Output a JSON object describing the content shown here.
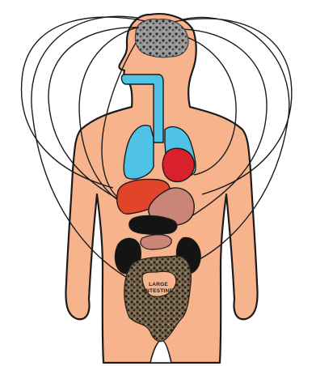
{
  "labels": {
    "large_intestine_line1": "LARGE",
    "large_intestine_line2": "INTESTINE"
  },
  "colors": {
    "skin": "#f7b48c",
    "outline": "#1b1b1b",
    "trachea_lungs": "#4ec3e6",
    "heart": "#d8212c",
    "liver": "#e2442a",
    "stomach": "#c98576",
    "kidneys_spleen": "#141414",
    "intestine": "#6b5a43",
    "brain": "#8c8c8c",
    "background": "#ffffff"
  },
  "icons": [
    "human-body-outline",
    "brain-icon",
    "trachea-icon",
    "lungs-icon",
    "heart-icon",
    "liver-icon",
    "stomach-icon",
    "kidneys-icon",
    "large-intestine-icon",
    "connection-loops"
  ]
}
